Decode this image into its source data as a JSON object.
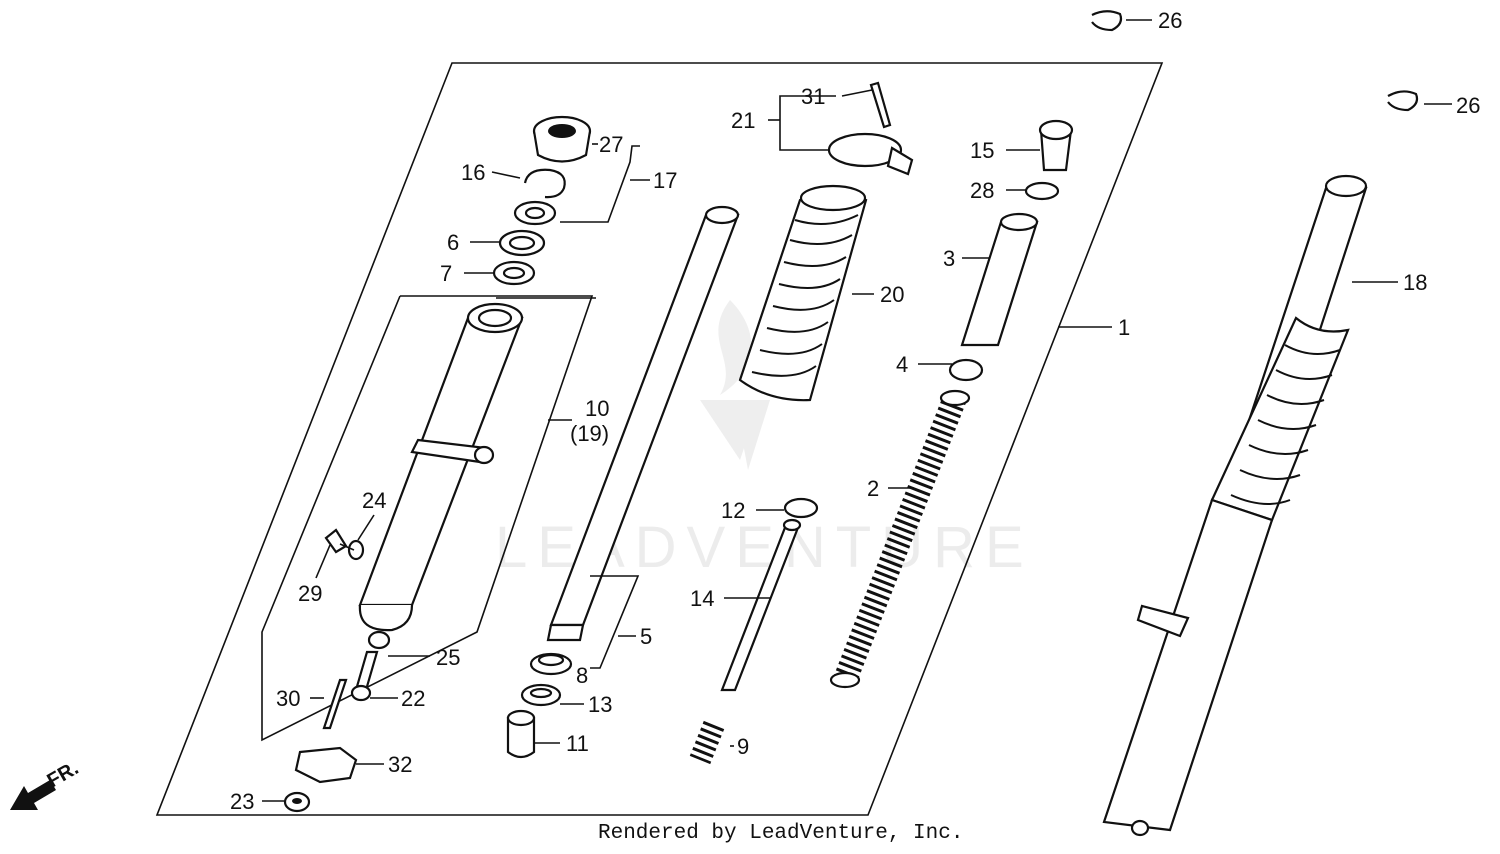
{
  "watermark": {
    "brand": "LEADVENTURE"
  },
  "footer": {
    "text": "Rendered by LeadVenture, Inc."
  },
  "direction_marker": {
    "label": "FR."
  },
  "callouts": {
    "p1": "1",
    "p2": "2",
    "p3": "3",
    "p4": "4",
    "p5": "5",
    "p6": "6",
    "p7": "7",
    "p8": "8",
    "p9": "9",
    "p10": "10",
    "p19": "(19)",
    "p11": "11",
    "p12": "12",
    "p13": "13",
    "p14": "14",
    "p15": "15",
    "p16": "16",
    "p17": "17",
    "p18": "18",
    "p20": "20",
    "p21": "21",
    "p22": "22",
    "p23": "23",
    "p24": "24",
    "p25": "25",
    "p26a": "26",
    "p26b": "26",
    "p27": "27",
    "p28": "28",
    "p29": "29",
    "p30": "30",
    "p31": "31",
    "p32": "32"
  }
}
